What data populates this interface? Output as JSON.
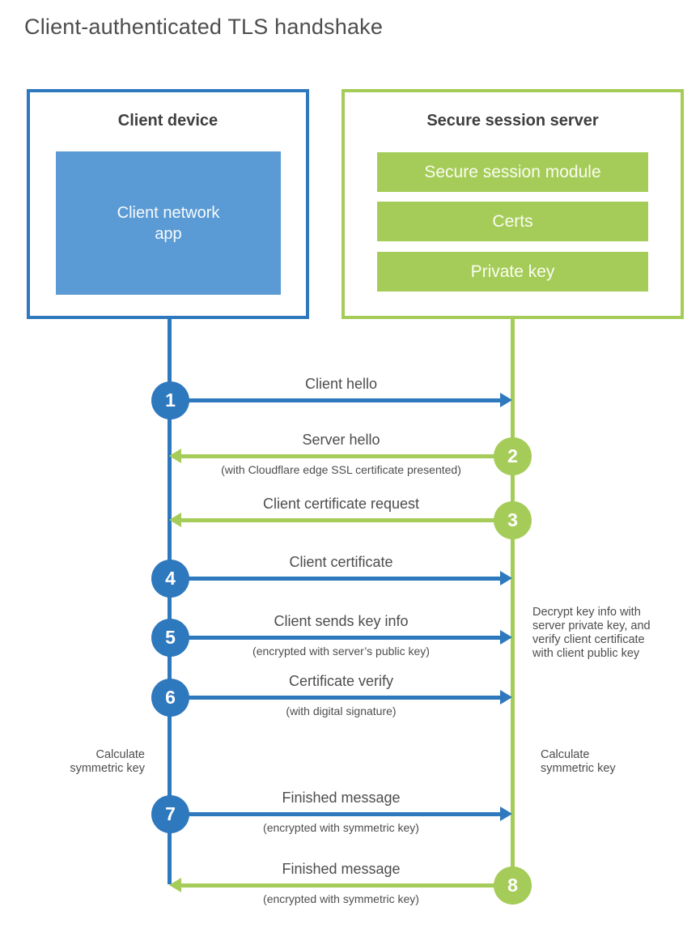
{
  "title": "Client-authenticated TLS handshake",
  "client": {
    "title": "Client device",
    "app_label": "Client network\napp"
  },
  "server": {
    "title": "Secure session server",
    "modules": [
      "Secure session module",
      "Certs",
      "Private key"
    ]
  },
  "steps": [
    {
      "number": "1",
      "label": "Client hello",
      "direction": "right",
      "actor": "client"
    },
    {
      "number": "2",
      "label": "Server hello",
      "sublabel": "(with Cloudflare edge SSL certificate presented)",
      "direction": "left",
      "actor": "server"
    },
    {
      "number": "3",
      "label": "Client certificate request",
      "direction": "left",
      "actor": "server"
    },
    {
      "number": "4",
      "label": "Client certificate",
      "direction": "right",
      "actor": "client"
    },
    {
      "number": "5",
      "label": "Client sends key info",
      "sublabel": "(encrypted with server’s public key)",
      "direction": "right",
      "actor": "client"
    },
    {
      "number": "6",
      "label": "Certificate verify",
      "sublabel": "(with digital signature)",
      "direction": "right",
      "actor": "client"
    },
    {
      "number": "7",
      "label": "Finished message",
      "sublabel": "(encrypted with symmetric key)",
      "direction": "right",
      "actor": "client"
    },
    {
      "number": "8",
      "label": "Finished message",
      "sublabel": "(encrypted with symmetric key)",
      "direction": "left",
      "actor": "server"
    }
  ],
  "annotations": {
    "decrypt_note": "Decrypt key info with\nserver private key, and\nverify client certificate\nwith client public key",
    "calculate_left": "Calculate\nsymmetric key",
    "calculate_right": "Calculate\nsymmetric key"
  },
  "colors": {
    "client_blue": "#2e78be",
    "client_fill_blue": "#5b9bd5",
    "server_green": "#a5cc58",
    "heading_text": "#3f3f3f",
    "label_text": "#4d4d4d"
  }
}
